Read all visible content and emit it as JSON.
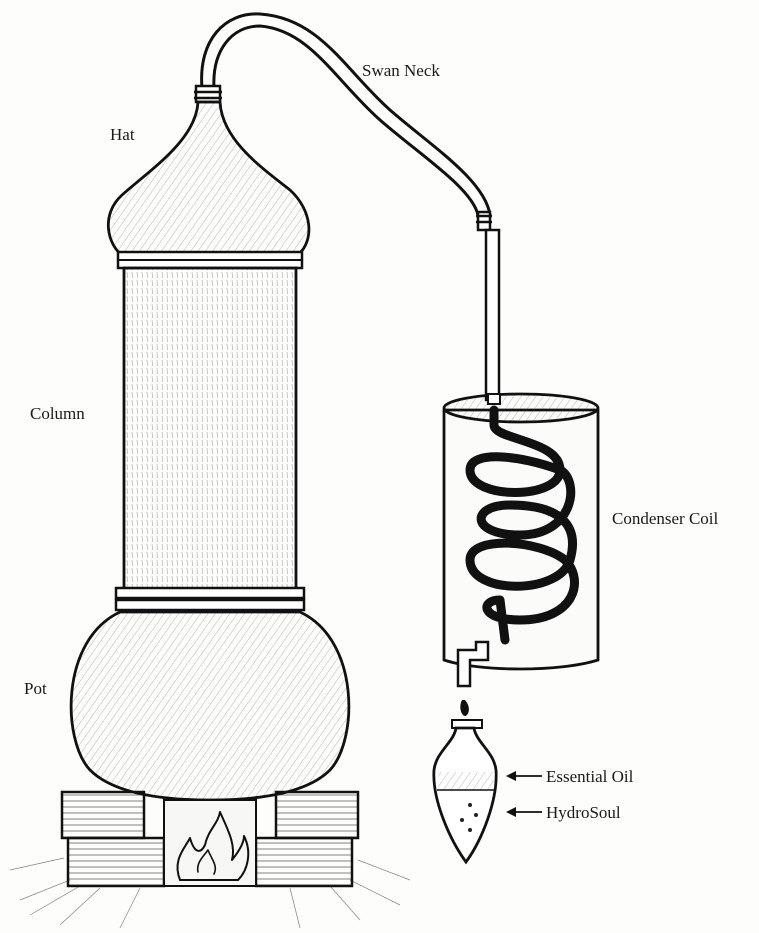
{
  "labels": {
    "swan_neck": "Swan Neck",
    "hat": "Hat",
    "column": "Column",
    "condenser_coil": "Condenser Coil",
    "pot": "Pot",
    "essential_oil": "Essential Oil",
    "hydrosoul": "HydroSoul"
  },
  "colors": {
    "ink": "#111111",
    "paper": "#fdfdfc"
  }
}
